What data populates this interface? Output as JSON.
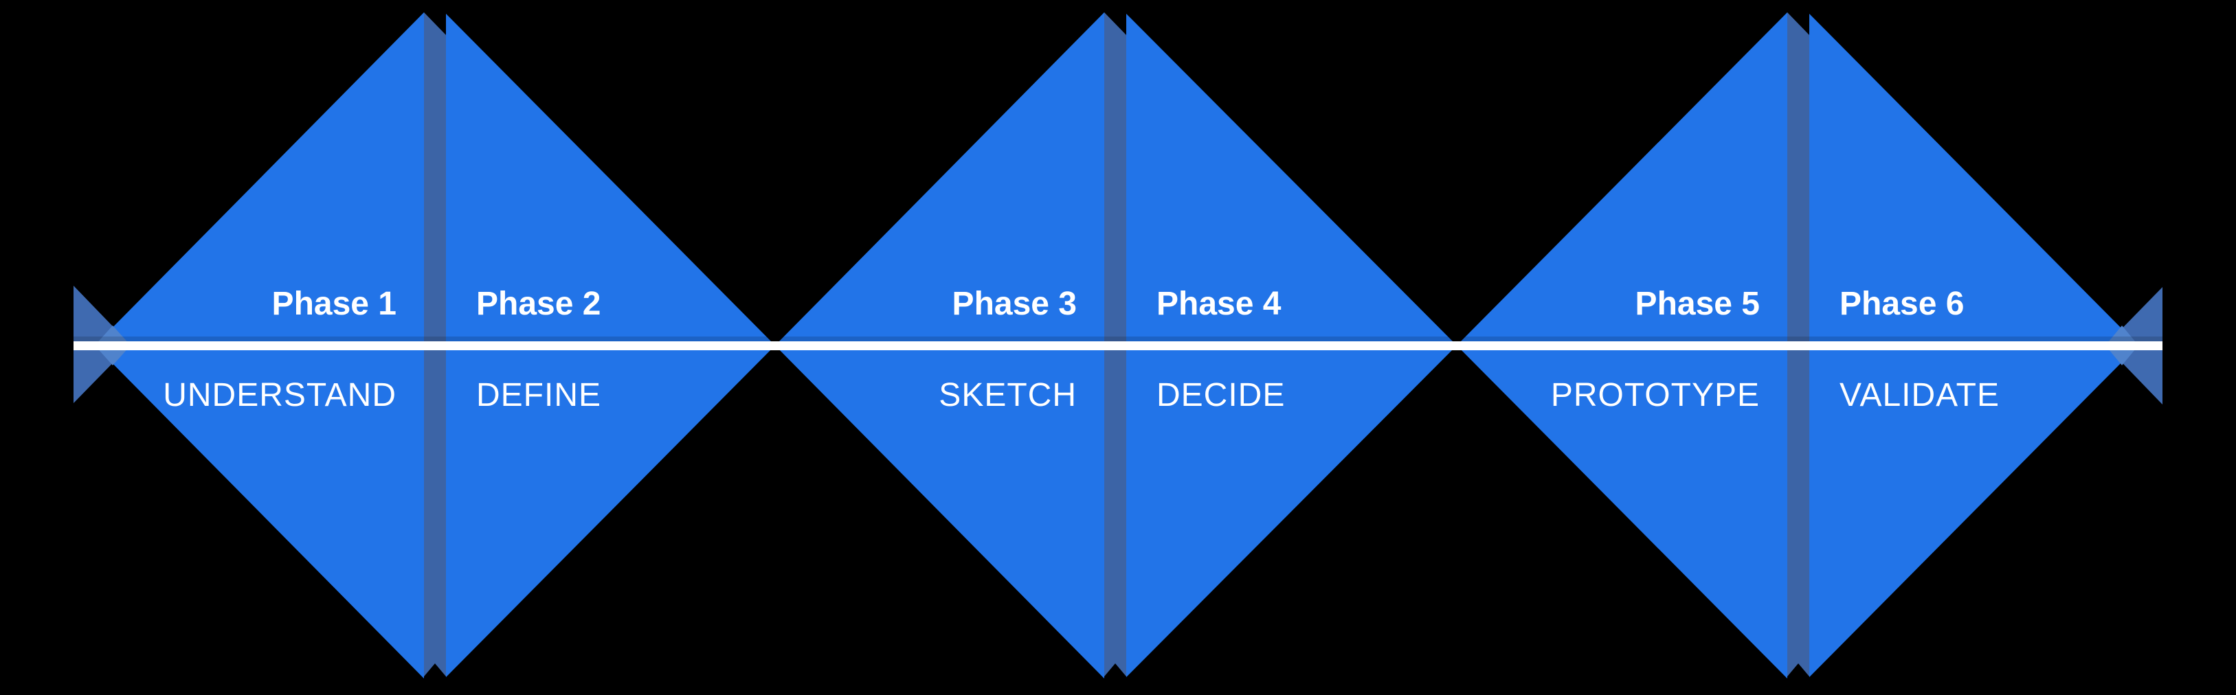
{
  "phases": [
    {
      "phase": "Phase 1",
      "keyword": "UNDERSTAND"
    },
    {
      "phase": "Phase 2",
      "keyword": "DEFINE"
    },
    {
      "phase": "Phase 3",
      "keyword": "SKETCH"
    },
    {
      "phase": "Phase 4",
      "keyword": "DECIDE"
    },
    {
      "phase": "Phase 5",
      "keyword": "PROTOTYPE"
    },
    {
      "phase": "Phase 6",
      "keyword": "VALIDATE"
    }
  ],
  "colors": {
    "background": "#000000",
    "diamond_blue": "#2274e8",
    "center_strip": "#3c64a6",
    "edge_arrow": "#3f6ab0",
    "overlap": "#5083cc",
    "divider_line": "#ffffff",
    "text": "#ffffff"
  }
}
